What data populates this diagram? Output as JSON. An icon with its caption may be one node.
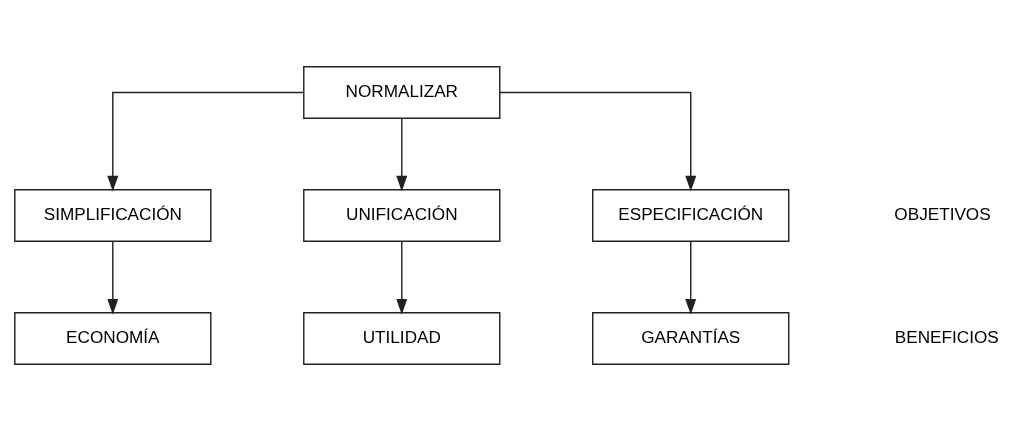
{
  "diagram": {
    "nodes": [
      {
        "text": [
          "NORMALIZAR"
        ]
      },
      {
        "text": [
          "SIMPLIFICACIÓN"
        ]
      },
      {
        "text": [
          "UNIFICACIÓN"
        ]
      },
      {
        "text": [
          "ESPECIFICACIÓN"
        ]
      },
      {
        "text": [
          "ECONOMÍA"
        ]
      },
      {
        "text": [
          "UTILIDAD"
        ]
      },
      {
        "text": [
          "GARANTÍAS"
        ]
      }
    ],
    "edges": [
      {
        "from": 0,
        "to": 1,
        "arrow": "to"
      },
      {
        "from": 0,
        "to": 2,
        "arrow": "to"
      },
      {
        "from": 0,
        "to": 3,
        "arrow": "to"
      },
      {
        "from": 1,
        "to": 4,
        "arrow": "to"
      },
      {
        "from": 2,
        "to": 5,
        "arrow": "to"
      },
      {
        "from": 3,
        "to": 6,
        "arrow": "to"
      }
    ],
    "labels": [
      "OBJETIVOS",
      "BENEFICIOS"
    ]
  }
}
